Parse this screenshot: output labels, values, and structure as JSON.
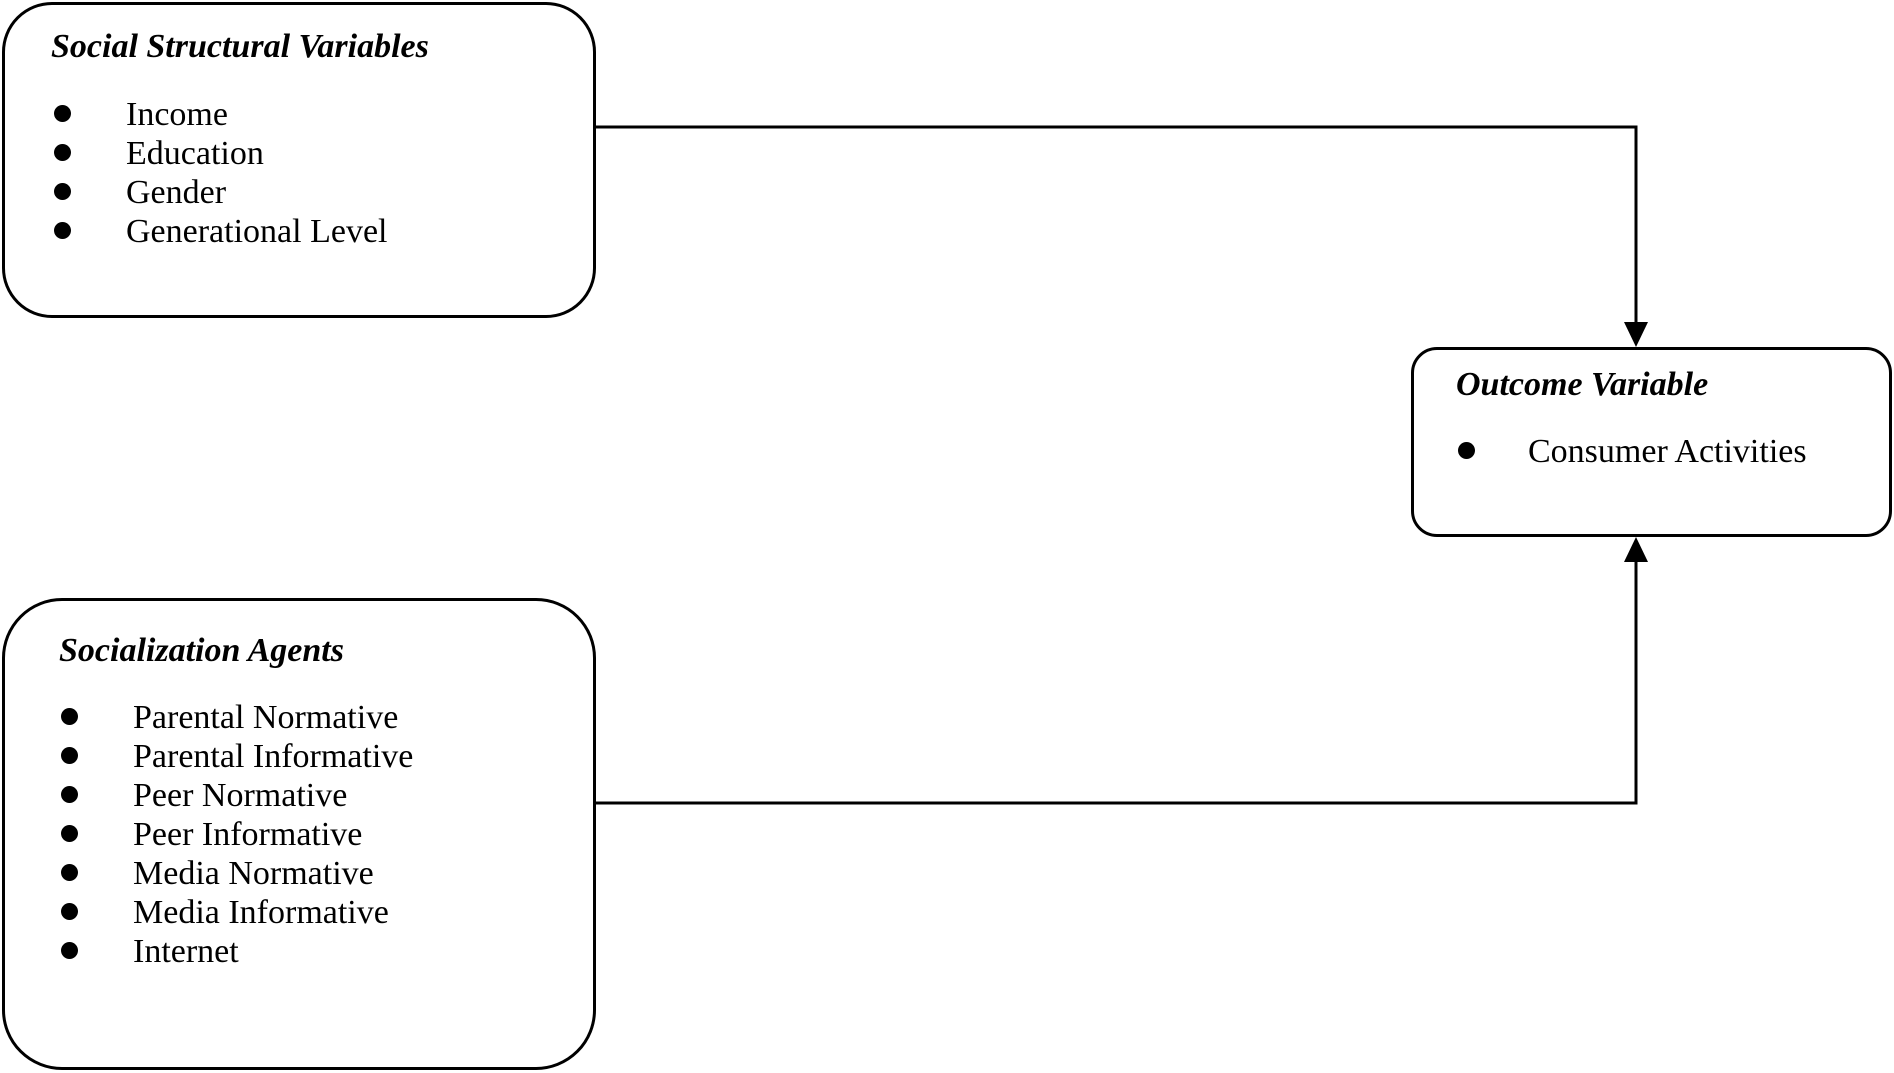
{
  "social_structural": {
    "title": "Social Structural Variables",
    "items": [
      "Income",
      "Education",
      "Gender",
      "Generational Level"
    ]
  },
  "socialization_agents": {
    "title": "Socialization Agents",
    "items": [
      "Parental Normative",
      "Parental Informative",
      "Peer Normative",
      "Peer Informative",
      "Media Normative",
      "Media Informative",
      "Internet"
    ]
  },
  "outcome": {
    "title": "Outcome Variable",
    "items": [
      "Consumer Activities"
    ]
  },
  "connectors": [
    {
      "from": "social_structural",
      "to": "outcome"
    },
    {
      "from": "socialization_agents",
      "to": "outcome"
    }
  ],
  "colors": {
    "line": "#000000",
    "background": "#ffffff"
  }
}
